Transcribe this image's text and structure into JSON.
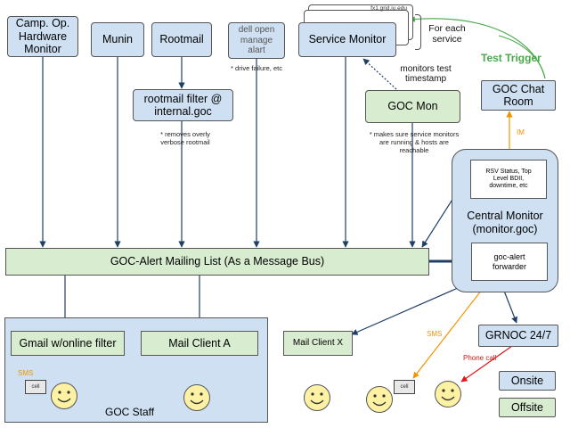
{
  "sources": {
    "camp_monitor": "Camp. Op.\nHardware\nMonitor",
    "munin": "Munin",
    "rootmail": "Rootmail",
    "dell_alert": "dell open\nmanage\nalart",
    "service_monitor": "Service Monitor",
    "host_label": "fx1.grid.iu.edu"
  },
  "notes": {
    "for_each_service": "For each\nservice",
    "test_trigger": "Test Trigger",
    "drive_failure": "* drive failure, etc",
    "removes_verbose": "* removes overly\nverbose rootmail",
    "monitors_test": "monitors test\ntimestamp",
    "makes_sure": "* makes sure service monitors\nare running & hosts are\nreachable",
    "im": "IM",
    "sms_left": "SMS",
    "sms_right": "SMS",
    "phone_call": "Phone call"
  },
  "filters": {
    "rootmail_filter": "rootmail filter @\ninternal.goc",
    "goc_mon": "GOC Mon"
  },
  "central": {
    "title": "Central Monitor\n(monitor.goc)",
    "rsv_status": "RSV Status, Top\nLevel BDII,\ndowntime, etc",
    "alert_forwarder": "goc-alert\nforwarder"
  },
  "chat_room": "GOC Chat\nRoom",
  "mailing_list": "GOC-Alert Mailing List (As a Message Bus)",
  "staff": {
    "gmail": "Gmail w/online filter",
    "mail_client_a": "Mail Client A",
    "region_label": "GOC Staff",
    "cell": "cell"
  },
  "external": {
    "mail_client_x": "Mail Client X",
    "grnoc": "GRNOC 24/7",
    "cell": "cell"
  },
  "legend": {
    "onsite": "Onsite",
    "offsite": "Offsite"
  },
  "colors": {
    "blue_box": "#cfe0f3",
    "green_box": "#d8ecd0",
    "line": "#1f3f66",
    "orange": "#f29400",
    "red": "#e0161a",
    "test_trigger": "#4aa74a"
  }
}
